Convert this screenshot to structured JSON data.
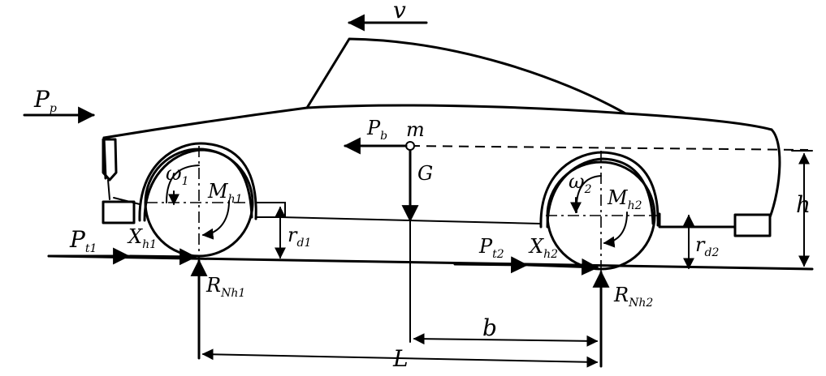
{
  "labels": {
    "velocity": "v",
    "air_resistance": "P",
    "air_resistance_sub": "p",
    "inertia_force": "P",
    "inertia_force_sub": "b",
    "center_of_mass": "m",
    "gravity": "G",
    "front_ang_velocity": "ω",
    "front_ang_velocity_sub": "1",
    "rear_ang_velocity": "ω",
    "rear_ang_velocity_sub": "2",
    "front_torque": "M",
    "front_torque_sub": "h1",
    "rear_torque": "M",
    "rear_torque_sub": "h2",
    "front_push_force": "P",
    "front_push_force_sub": "t1",
    "rear_push_force": "P",
    "rear_push_force_sub": "t2",
    "front_reaction_x": "X",
    "front_reaction_x_sub": "h1",
    "rear_reaction_x": "X",
    "rear_reaction_x_sub": "h2",
    "front_radius": "r",
    "front_radius_sub": "d1",
    "rear_radius": "r",
    "rear_radius_sub": "d2",
    "front_normal": "R",
    "front_normal_sub": "Nh1",
    "rear_normal": "R",
    "rear_normal_sub": "Nh2",
    "height": "h",
    "dist_b": "b",
    "wheelbase": "L"
  },
  "colors": {
    "ink": "#000000",
    "paper": "#ffffff"
  }
}
